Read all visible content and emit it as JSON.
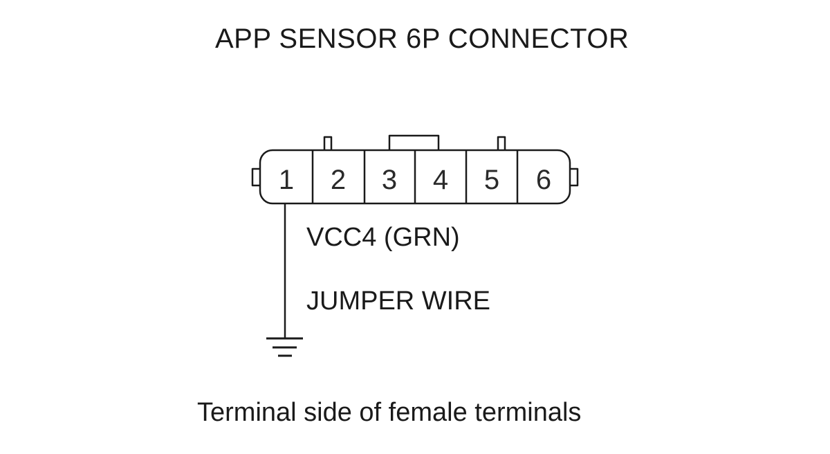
{
  "title": "APP SENSOR 6P CONNECTOR",
  "connector": {
    "pins": [
      "1",
      "2",
      "3",
      "4",
      "5",
      "6"
    ],
    "connected_pin": "1"
  },
  "signal_label": "VCC4 (GRN)",
  "wire_label": "JUMPER WIRE",
  "ground_symbol": "ground-icon",
  "caption": "Terminal side of female terminals",
  "colors": {
    "line": "#1a1a1a",
    "background": "#ffffff"
  }
}
